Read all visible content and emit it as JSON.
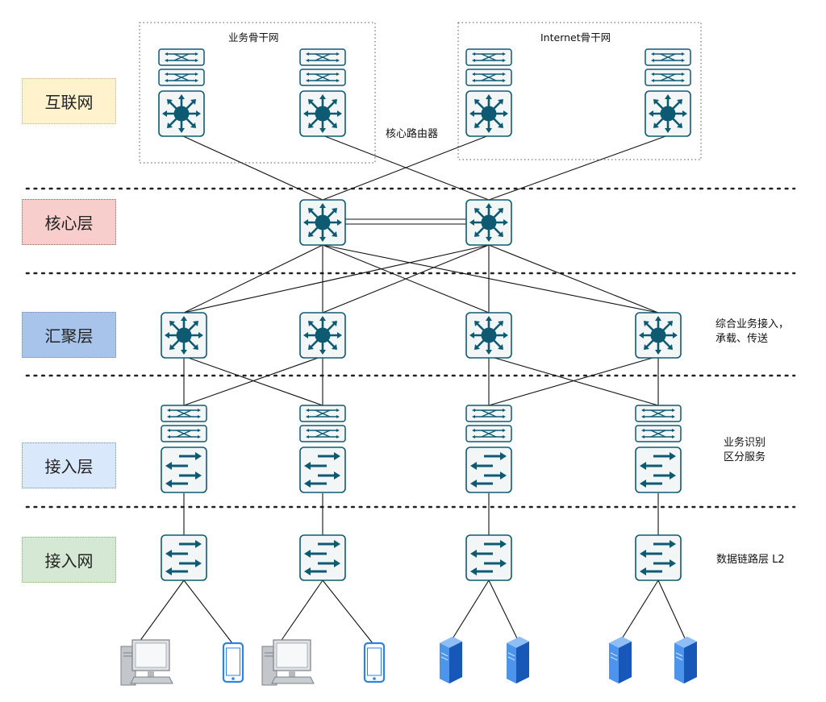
{
  "layers": [
    {
      "label": "互联网",
      "bg": "#fff2cc",
      "border": "#d6b656"
    },
    {
      "label": "核心层",
      "bg": "#f8cecc",
      "border": "#b85450"
    },
    {
      "label": "汇聚层",
      "bg": "#a9c4eb",
      "border": "#6c8ebf"
    },
    {
      "label": "接入层",
      "bg": "#dae8fc",
      "border": "#6c8ebf"
    },
    {
      "label": "接入网",
      "bg": "#d5e8d4",
      "border": "#82b366"
    }
  ],
  "groups": {
    "business_backbone": "业务骨干网",
    "internet_backbone": "Internet骨干网"
  },
  "notes": {
    "core_router": "核心路由器",
    "aggregation": "综合业务接入，\n承载、传送",
    "access": "业务识别\n区分服务",
    "network": "数据链路层 L2"
  },
  "colors": {
    "device_fill": "#0e5a72",
    "device_bg": "#f2f6f7",
    "device_stroke": "#0e5a72",
    "line": "#111111",
    "server": "#1f6fd1",
    "phone": "#2e83e0",
    "pc": "#9aa0a6"
  },
  "icons": [
    "core-router-icon",
    "optical-module-icon",
    "access-switch-icon",
    "pc-icon",
    "phone-icon",
    "server-icon"
  ]
}
